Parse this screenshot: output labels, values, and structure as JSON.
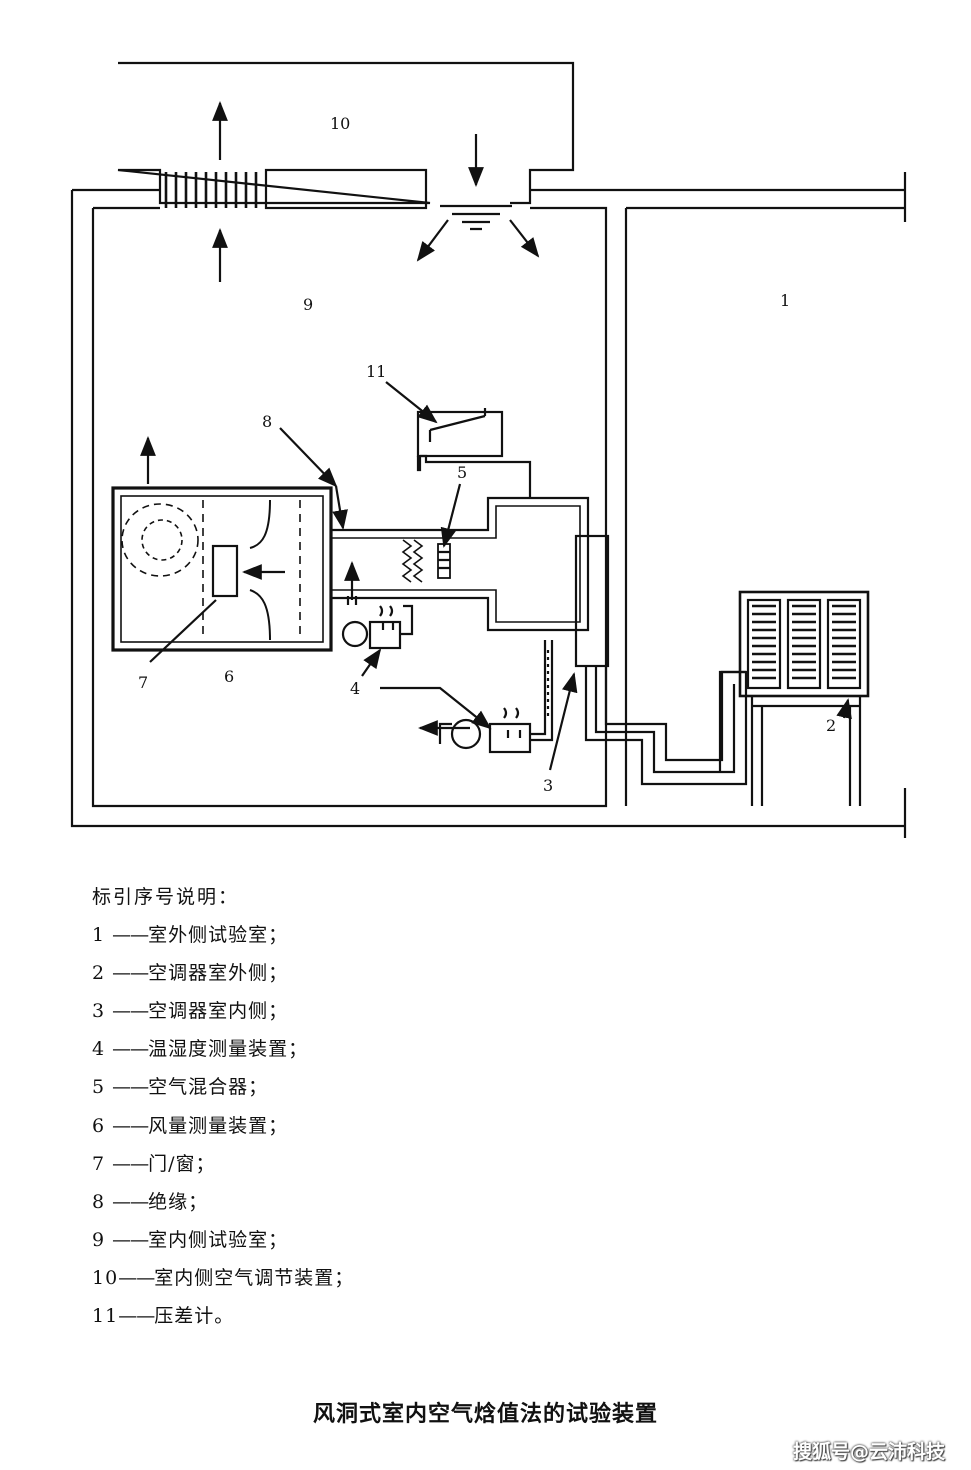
{
  "diagram": {
    "labels": [
      "1",
      "2",
      "3",
      "4",
      "5",
      "6",
      "7",
      "8",
      "9",
      "10",
      "11"
    ]
  },
  "legend": {
    "heading": "标引序号说明：",
    "dash": "——",
    "items": [
      {
        "num": "1",
        "text": "室外侧试验室；"
      },
      {
        "num": "2",
        "text": "空调器室外侧；"
      },
      {
        "num": "3",
        "text": "空调器室内侧；"
      },
      {
        "num": "4",
        "text": "温湿度测量装置；"
      },
      {
        "num": "5",
        "text": "空气混合器；"
      },
      {
        "num": "6",
        "text": "风量测量装置；"
      },
      {
        "num": "7",
        "text": "门/窗；"
      },
      {
        "num": "8",
        "text": "绝缘；"
      },
      {
        "num": "9",
        "text": "室内侧试验室；"
      },
      {
        "num": "10",
        "text": "室内侧空气调节装置；"
      },
      {
        "num": "11",
        "text": "压差计。"
      }
    ]
  },
  "caption": "风洞式室内空气焓值法的试验装置",
  "watermark": "搜狐号@云沛科技"
}
